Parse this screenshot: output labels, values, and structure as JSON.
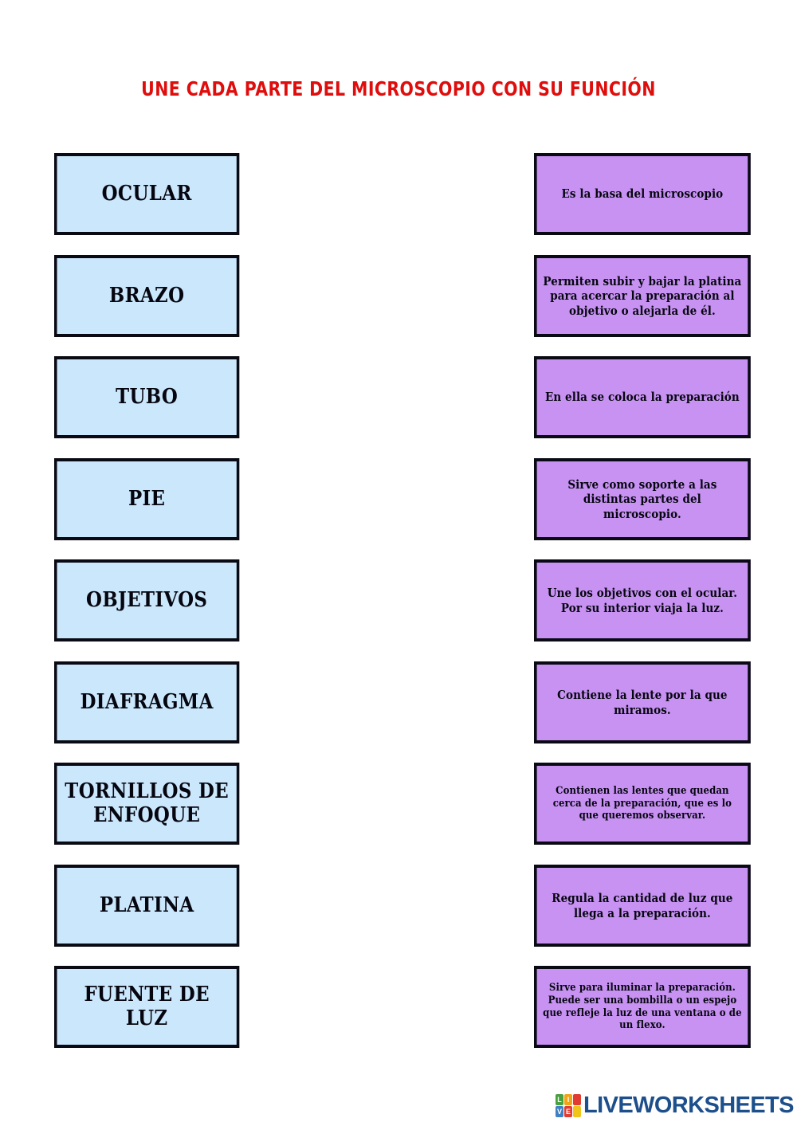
{
  "title": "UNE CADA PARTE DEL MICROSCOPIO CON SU FUNCIÓN",
  "colors": {
    "title_red": "#e00d0d",
    "term_fill": "#cbe7fb",
    "definition_fill": "#c792f2",
    "border": "#0a0a14",
    "logo_blue": "#1c4f8b"
  },
  "terms": [
    {
      "label": "OCULAR"
    },
    {
      "label": "BRAZO"
    },
    {
      "label": "TUBO"
    },
    {
      "label": "PIE"
    },
    {
      "label": "OBJETIVOS"
    },
    {
      "label": "DIAFRAGMA"
    },
    {
      "label": "TORNILLOS DE ENFOQUE"
    },
    {
      "label": "PLATINA"
    },
    {
      "label": "FUENTE DE LUZ"
    }
  ],
  "definitions": [
    {
      "text": "Es la basa del microscopio"
    },
    {
      "text": "Permiten subir y bajar la platina para acercar la preparación al objetivo o alejarla de él."
    },
    {
      "text": "En ella se coloca la preparación"
    },
    {
      "text": "Sirve como soporte a las distintas partes del microscopio."
    },
    {
      "text": "Une los objetivos con el ocular. Por su interior viaja la luz."
    },
    {
      "text": "Contiene la lente por la que miramos."
    },
    {
      "text": "Contienen las lentes que quedan cerca de la preparación, que es lo que queremos observar."
    },
    {
      "text": "Regula la cantidad de luz que llega a la preparación."
    },
    {
      "text": "Sirve para iluminar la preparación. Puede ser una bombilla o un espejo que refleje la luz de una ventana o de un flexo."
    }
  ],
  "footer": {
    "wordmark": "LIVEWORKSHEETS",
    "tiles": [
      {
        "letter": "L",
        "color": "#4a9f3f"
      },
      {
        "letter": "I",
        "color": "#f0a518"
      },
      {
        "letter": "",
        "color": "#e03c31"
      },
      {
        "letter": "V",
        "color": "#3f7fc4"
      },
      {
        "letter": "E",
        "color": "#e03c31"
      },
      {
        "letter": "",
        "color": "#f0c419"
      }
    ]
  }
}
